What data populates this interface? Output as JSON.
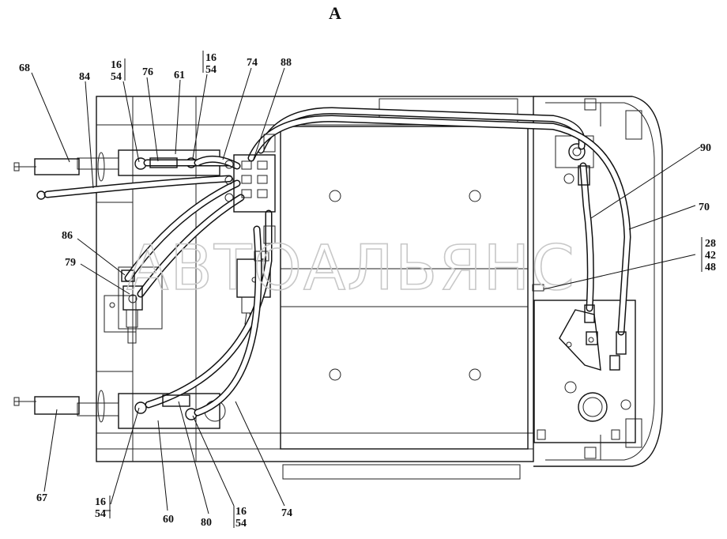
{
  "view_title": "А",
  "watermark": "АВТОАЛЬЯНС",
  "callouts": {
    "c68": "68",
    "c84": "84",
    "c16_top_left": "16",
    "c54_top_left": "54",
    "c76": "76",
    "c61": "61",
    "c16_top_mid": "16",
    "c54_top_mid": "54",
    "c74_top": "74",
    "c88": "88",
    "c90": "90",
    "c70": "70",
    "c28": "28",
    "c42": "42",
    "c48": "48",
    "c86": "86",
    "c79": "79",
    "c67": "67",
    "c16_bottom_left": "16",
    "c54_bottom_left": "54",
    "c60": "60",
    "c80": "80",
    "c16_bottom_mid": "16",
    "c54_bottom_mid": "54",
    "c74_bottom": "74"
  }
}
